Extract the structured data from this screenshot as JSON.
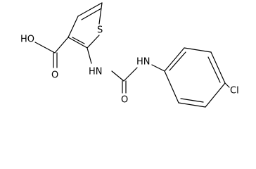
{
  "molecule": {
    "atoms": {
      "hydroxyl": "HO",
      "carbonyl_oxygen_acid": "O",
      "sulfur": "S",
      "amine_left": "HN",
      "amine_right": "HN",
      "urea_oxygen": "O",
      "chlorine": "Cl"
    }
  },
  "colors": {
    "bond": "#000000",
    "label": "#000000",
    "background": "#ffffff"
  }
}
